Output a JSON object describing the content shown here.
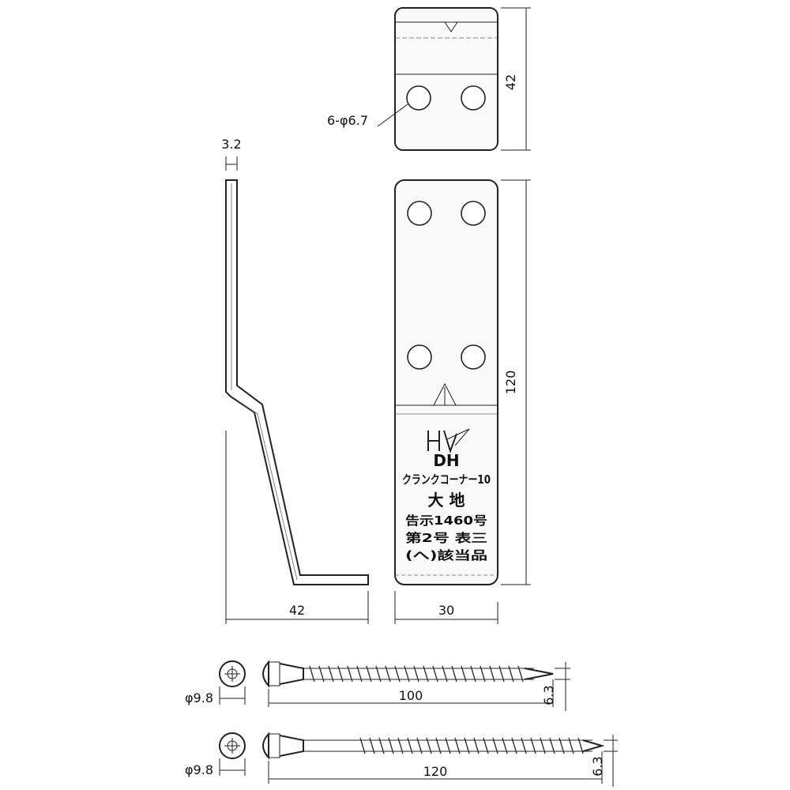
{
  "dimensions": {
    "plate_thickness": "3.2",
    "top_height": "42",
    "hole_spec": "6-φ6.7",
    "main_length": "120",
    "side_width": "42",
    "plate_width": "30",
    "screw1_head_dia": "φ9.8",
    "screw1_length": "100",
    "screw1_thread": "6.3",
    "screw2_head_dia": "φ9.8",
    "screw2_length": "120",
    "screw2_thread": "6.3"
  },
  "marking": {
    "brand": "DH",
    "product": "クランクコーナー10",
    "maker": "大 地",
    "notice": "告示1460号",
    "clause": "第2号 表三",
    "compliance": "(へ)該当品"
  }
}
